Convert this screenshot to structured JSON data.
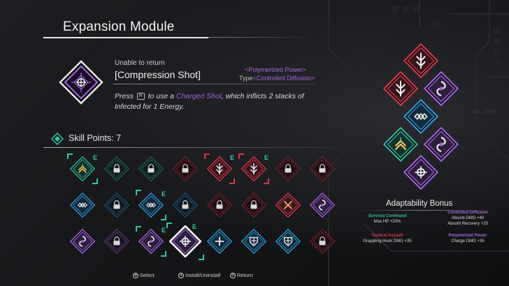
{
  "header": {
    "title": "Expansion Module"
  },
  "selected": {
    "status": "Unable to return",
    "name": "[Compression Shot]",
    "category": "<Polymerized Power>",
    "type_prefix": "Type",
    "type_value": "<Controlled Diffusion>",
    "description": {
      "part1": "Press",
      "button": "R",
      "part2": "to use a",
      "highlight": "Charged Shot",
      "part3": ", which inflicts 2 stacks of Infected for 1 Energy."
    }
  },
  "skill_points": {
    "label": "Skill Points: 7"
  },
  "equipped_mark": "E",
  "modules": [
    {
      "color": "#2fb99c",
      "glyph": "up-chevrons",
      "locked": false,
      "equipped": true
    },
    {
      "color": "#2fb99c",
      "glyph": "lock",
      "locked": true,
      "equipped": false
    },
    {
      "color": "#2fb99c",
      "glyph": "lock",
      "locked": true,
      "equipped": false
    },
    {
      "color": "#d6394b",
      "glyph": "lock",
      "locked": true,
      "equipped": false
    },
    {
      "color": "#d6394b",
      "glyph": "trident",
      "locked": false,
      "equipped": true
    },
    {
      "color": "#d6394b",
      "glyph": "trident",
      "locked": false,
      "equipped": true
    },
    {
      "color": "#d6394b",
      "glyph": "lock",
      "locked": true,
      "equipped": false
    },
    {
      "color": "#d6394b",
      "glyph": "lock",
      "locked": true,
      "equipped": false
    },
    {
      "color": "#2f9ad6",
      "glyph": "triple-diamond",
      "locked": false,
      "equipped": false
    },
    {
      "color": "#2f9ad6",
      "glyph": "lock",
      "locked": true,
      "equipped": false
    },
    {
      "color": "#2f9ad6",
      "glyph": "triple-diamond",
      "locked": false,
      "equipped": true
    },
    {
      "color": "#2f9ad6",
      "glyph": "lock",
      "locked": true,
      "equipped": false
    },
    {
      "color": "#d6394b",
      "glyph": "lock",
      "locked": true,
      "equipped": false
    },
    {
      "color": "#d6394b",
      "glyph": "lock",
      "locked": true,
      "equipped": false
    },
    {
      "color": "#d6394b",
      "glyph": "crossed-swords",
      "locked": false,
      "equipped": false
    },
    {
      "color": "#a563dd",
      "glyph": "spiral",
      "locked": false,
      "equipped": false
    },
    {
      "color": "#a563dd",
      "glyph": "spiral",
      "locked": false,
      "equipped": false
    },
    {
      "color": "#a563dd",
      "glyph": "lock",
      "locked": true,
      "equipped": false
    },
    {
      "color": "#a563dd",
      "glyph": "spiral",
      "locked": false,
      "equipped": true
    },
    {
      "color": "#a563dd",
      "glyph": "crosshair",
      "locked": false,
      "equipped": true,
      "selected": true
    },
    {
      "color": "#2f9ad6",
      "glyph": "cross",
      "locked": false,
      "equipped": false
    },
    {
      "color": "#2f9ad6",
      "glyph": "shield",
      "locked": false,
      "equipped": false
    },
    {
      "color": "#2f9ad6",
      "glyph": "shield",
      "locked": false,
      "equipped": false
    },
    {
      "color": "#d6394b",
      "glyph": "lock",
      "locked": true,
      "equipped": false
    }
  ],
  "loadout": {
    "label": "no.089",
    "slots": [
      {
        "color": "#d6394b",
        "glyph": "trident"
      },
      {
        "color": "#d6394b",
        "glyph": "trident"
      },
      {
        "color": "#a563dd",
        "glyph": "spiral"
      },
      {
        "color": "#2f9ad6",
        "glyph": "triple-diamond"
      },
      {
        "color": "#2fb99c",
        "glyph": "up-chevrons"
      },
      {
        "color": "#a563dd",
        "glyph": "spiral"
      },
      {
        "color": "#a563dd",
        "glyph": "crosshair"
      }
    ]
  },
  "bonus": {
    "title": "Adaptability Bonus",
    "items": [
      {
        "name": "Survival Command",
        "value": "Max HP +20%",
        "tone": "teal"
      },
      {
        "name": "Controlled Diffusion",
        "value": "Absorb DMG +40\nAbsorb Recovery +25",
        "tone": "purple"
      },
      {
        "name": "Tactical Assault",
        "value": "Grappling Hook DMG +35",
        "tone": "red"
      },
      {
        "name": "Polymerized Power",
        "value": "Charge DMG +35",
        "tone": "purple"
      }
    ]
  },
  "footer": {
    "select": "Select",
    "install": "Install/Uninstall",
    "return": "Return",
    "select_glyph": "✥",
    "install_glyph": "A",
    "return_glyph": "B"
  }
}
